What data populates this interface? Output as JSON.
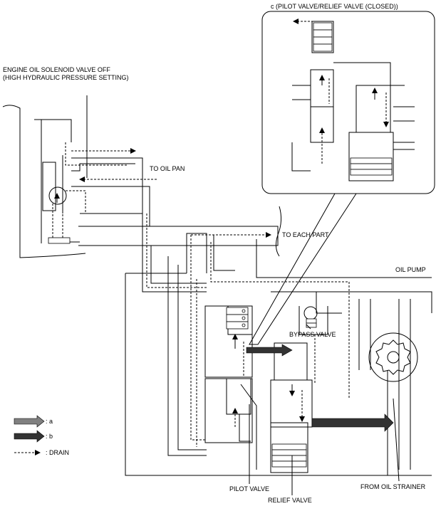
{
  "labels": {
    "solenoid_title_line1": "ENGINE OIL SOLENOID VALVE OFF",
    "solenoid_title_line2": "(HIGH HYDRAULIC PRESSURE SETTING)",
    "inset_title": "c (PILOT VALVE/RELIEF VALVE (CLOSED))",
    "to_oil_pan": "TO OIL PAN",
    "to_each_part": "TO EACH PART",
    "oil_pump": "OIL PUMP",
    "bypass_valve": "BYPASS VALVE",
    "from_oil_strainer": "FROM OIL STRAINER",
    "pilot_valve": "PILOT VALVE",
    "relief_valve": "RELIEF VALVE"
  },
  "legend": [
    {
      "key": "a",
      "text": ": a",
      "style": "gray-arrow"
    },
    {
      "key": "b",
      "text": ": b",
      "style": "black-arrow"
    },
    {
      "key": "drain",
      "text": ": DRAIN",
      "style": "dashed-arrow"
    }
  ],
  "colors": {
    "line": "#000000",
    "arrow_a": "#808080",
    "arrow_b": "#333333",
    "background": "#ffffff"
  }
}
